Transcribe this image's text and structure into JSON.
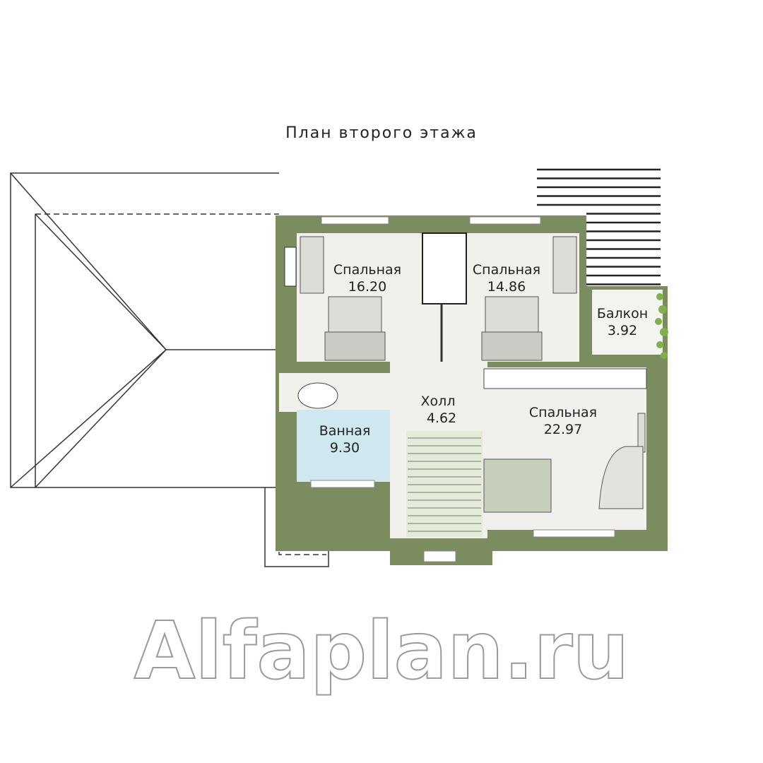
{
  "title": "План второго этажа",
  "watermark": "Alfaplan.ru",
  "colors": {
    "wall": "#7b8c5f",
    "room": "#f1f0ec",
    "bath": "#cfe7ee",
    "hall": "#e4ecd9",
    "plant": "#7fb04a"
  },
  "rooms": [
    {
      "name": "Спальная",
      "area": "16.20"
    },
    {
      "name": "Спальная",
      "area": "14.86"
    },
    {
      "name": "Балкон",
      "area": "3.92"
    },
    {
      "name": "Холл",
      "area": "4.62"
    },
    {
      "name": "Спальная",
      "area": "22.97"
    },
    {
      "name": "Ванная",
      "area": "9.30"
    }
  ]
}
